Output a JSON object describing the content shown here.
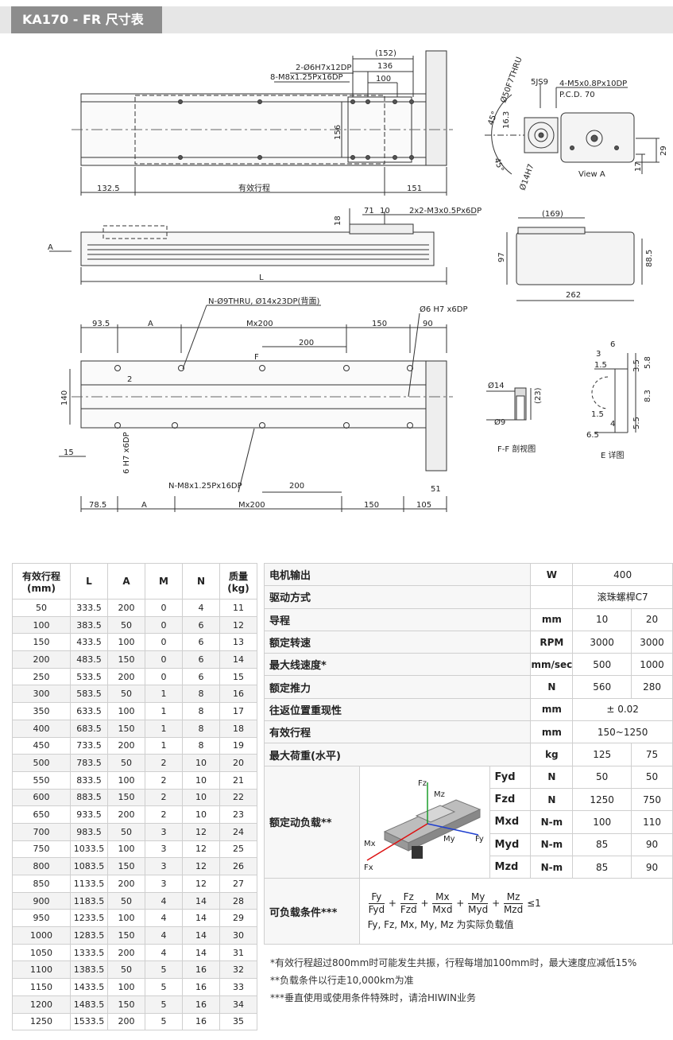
{
  "header": {
    "title": "KA170 - FR 尺寸表"
  },
  "drawing": {
    "top_view": {
      "hole_callout_1": "2-Ø6H7x12DP",
      "hole_callout_2": "8-M8x1.25Px16DP",
      "dim_152": "(152)",
      "dim_136": "136",
      "dim_100": "100",
      "dim_156": "156",
      "dim_left": "132.5",
      "dim_mid": "有效行程",
      "dim_right": "151"
    },
    "view_a": {
      "callout_1": "Ø50F7THRU",
      "callout_2": "5JS9",
      "callout_3": "4-M5x0.8Px10DP",
      "callout_4": "P.C.D. 70",
      "angle_1": "45°",
      "angle_2": "45°",
      "dim_16_3": "16.3",
      "dim_14h7": "Ø14H7",
      "dim_29": "29",
      "dim_17": "17",
      "label": "View A"
    },
    "side_view": {
      "dim_18": "18",
      "dim_71": "71",
      "dim_10": "10",
      "callout": "2x2-M3x0.5Px6DP",
      "dim_L": "L",
      "label_A": "A"
    },
    "end_view": {
      "dim_169": "(169)",
      "dim_97": "97",
      "dim_88_5": "88.5",
      "dim_262": "262"
    },
    "bottom_view": {
      "callout_thru": "N-Ø9THRU, Ø14x23DP(背面)",
      "callout_pin": "Ø6 H7 x6DP",
      "dim_93_5": "93.5",
      "dim_A_top": "A",
      "dim_Mx200_top": "Mx200",
      "dim_150_top": "150",
      "dim_90": "90",
      "dim_200_top": "200",
      "dim_F": "F",
      "dim_2": "2",
      "dim_140": "140",
      "dim_15": "15",
      "callout_pin2": "6 H7 x6DP",
      "callout_tap": "N-M8x1.25Px16DP",
      "dim_200_bot": "200",
      "dim_51": "51",
      "dim_78_5": "78.5",
      "dim_A_bot": "A",
      "dim_Mx200_bot": "Mx200",
      "dim_150_bot": "150",
      "dim_105": "105"
    },
    "section_ff": {
      "dim_14": "Ø14",
      "dim_23": "(23)",
      "dim_9": "Ø9",
      "label": "F-F 剖视图"
    },
    "detail_e": {
      "dims": [
        "6",
        "3",
        "1.5",
        "3.5",
        "5.8",
        "8.3",
        "1.5",
        "5.5",
        "4",
        "6.5"
      ],
      "label": "E 详图"
    }
  },
  "stroke_table": {
    "headers": [
      "有效行程\n(mm)",
      "L",
      "A",
      "M",
      "N",
      "质量\n(kg)"
    ],
    "rows": [
      [
        "50",
        "333.5",
        "200",
        "0",
        "4",
        "11"
      ],
      [
        "100",
        "383.5",
        "50",
        "0",
        "6",
        "12"
      ],
      [
        "150",
        "433.5",
        "100",
        "0",
        "6",
        "13"
      ],
      [
        "200",
        "483.5",
        "150",
        "0",
        "6",
        "14"
      ],
      [
        "250",
        "533.5",
        "200",
        "0",
        "6",
        "15"
      ],
      [
        "300",
        "583.5",
        "50",
        "1",
        "8",
        "16"
      ],
      [
        "350",
        "633.5",
        "100",
        "1",
        "8",
        "17"
      ],
      [
        "400",
        "683.5",
        "150",
        "1",
        "8",
        "18"
      ],
      [
        "450",
        "733.5",
        "200",
        "1",
        "8",
        "19"
      ],
      [
        "500",
        "783.5",
        "50",
        "2",
        "10",
        "20"
      ],
      [
        "550",
        "833.5",
        "100",
        "2",
        "10",
        "21"
      ],
      [
        "600",
        "883.5",
        "150",
        "2",
        "10",
        "22"
      ],
      [
        "650",
        "933.5",
        "200",
        "2",
        "10",
        "23"
      ],
      [
        "700",
        "983.5",
        "50",
        "3",
        "12",
        "24"
      ],
      [
        "750",
        "1033.5",
        "100",
        "3",
        "12",
        "25"
      ],
      [
        "800",
        "1083.5",
        "150",
        "3",
        "12",
        "26"
      ],
      [
        "850",
        "1133.5",
        "200",
        "3",
        "12",
        "27"
      ],
      [
        "900",
        "1183.5",
        "50",
        "4",
        "14",
        "28"
      ],
      [
        "950",
        "1233.5",
        "100",
        "4",
        "14",
        "29"
      ],
      [
        "1000",
        "1283.5",
        "150",
        "4",
        "14",
        "30"
      ],
      [
        "1050",
        "1333.5",
        "200",
        "4",
        "14",
        "31"
      ],
      [
        "1100",
        "1383.5",
        "50",
        "5",
        "16",
        "32"
      ],
      [
        "1150",
        "1433.5",
        "100",
        "5",
        "16",
        "33"
      ],
      [
        "1200",
        "1483.5",
        "150",
        "5",
        "16",
        "34"
      ],
      [
        "1250",
        "1533.5",
        "200",
        "5",
        "16",
        "35"
      ]
    ]
  },
  "spec_table": {
    "motor": {
      "label": "电机输出",
      "unit": "W",
      "value": "400"
    },
    "drive": {
      "label": "驱动方式",
      "unit": "",
      "value": "滚珠螺桿C7"
    },
    "lead": {
      "label": "导程",
      "unit": "mm",
      "v1": "10",
      "v2": "20"
    },
    "speed": {
      "label": "额定转速",
      "unit": "RPM",
      "v1": "3000",
      "v2": "3000"
    },
    "max_speed": {
      "label": "最大线速度*",
      "unit": "mm/sec",
      "v1": "500",
      "v2": "1000"
    },
    "thrust": {
      "label": "额定推力",
      "unit": "N",
      "v1": "560",
      "v2": "280"
    },
    "repeat": {
      "label": "往返位置重现性",
      "unit": "mm",
      "value": "± 0.02"
    },
    "stroke": {
      "label": "有效行程",
      "unit": "mm",
      "value": "150~1250"
    },
    "load": {
      "label": "最大荷重(水平)",
      "unit": "kg",
      "v1": "125",
      "v2": "75"
    },
    "dyn": {
      "label": "额定动负载**",
      "diagram_labels": [
        "Fz",
        "Mz",
        "Mx",
        "Fx",
        "My",
        "Fy"
      ],
      "rows": [
        {
          "name": "Fyd",
          "unit": "N",
          "v1": "50",
          "v2": "50"
        },
        {
          "name": "Fzd",
          "unit": "N",
          "v1": "1250",
          "v2": "750"
        },
        {
          "name": "Mxd",
          "unit": "N-m",
          "v1": "100",
          "v2": "110"
        },
        {
          "name": "Myd",
          "unit": "N-m",
          "v1": "85",
          "v2": "90"
        },
        {
          "name": "Mzd",
          "unit": "N-m",
          "v1": "85",
          "v2": "90"
        }
      ]
    },
    "cond": {
      "label": "可负载条件***",
      "fracs": [
        [
          "Fy",
          "Fyd"
        ],
        [
          "Fz",
          "Fzd"
        ],
        [
          "Mx",
          "Mxd"
        ],
        [
          "My",
          "Myd"
        ],
        [
          "Mz",
          "Mzd"
        ]
      ],
      "plus": "+",
      "le1": "≤1",
      "note": "Fy, Fz, Mx, My, Mz 为实际负载值"
    }
  },
  "notes": [
    "*有效行程超过800mm时可能发生共振，行程每增加100mm时，最大速度应减低15%",
    "**负载条件以行走10,000km为准",
    "***垂直使用或使用条件特殊时，请洽HIWIN业务"
  ]
}
